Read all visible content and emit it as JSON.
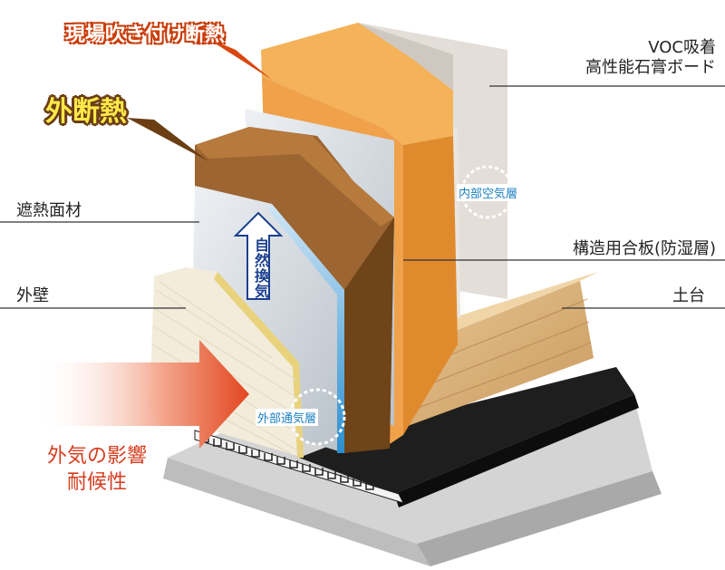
{
  "callouts": {
    "spray_insulation": "現場吹き付け断熱",
    "exterior_insulation": "外断熱"
  },
  "labels": {
    "voc_line1": "VOC吸着",
    "voc_line2": "高性能石膏ボード",
    "heat_shield": "遮熱面材",
    "structural_plywood": "構造用合板(防湿層)",
    "outer_wall": "外壁",
    "sill": "土台"
  },
  "air_layers": {
    "inner": "内部空気層",
    "outer": "外部通気層"
  },
  "ventilation": "自然換気",
  "influence": {
    "line1": "外気の影響",
    "line2": "耐候性"
  },
  "colors": {
    "orange_foam": "#f0a14a",
    "brown_board": "#a26a34",
    "gypsum": "#e2dcd6",
    "silver": "#d6dbe0",
    "wood": "#d9b07a",
    "black_membrane": "#1e1e1e",
    "concrete": "#cfcfcf",
    "siding": "#f1ead8",
    "accent_blue": "#1a7fc2",
    "accent_red": "#d63c1e"
  }
}
